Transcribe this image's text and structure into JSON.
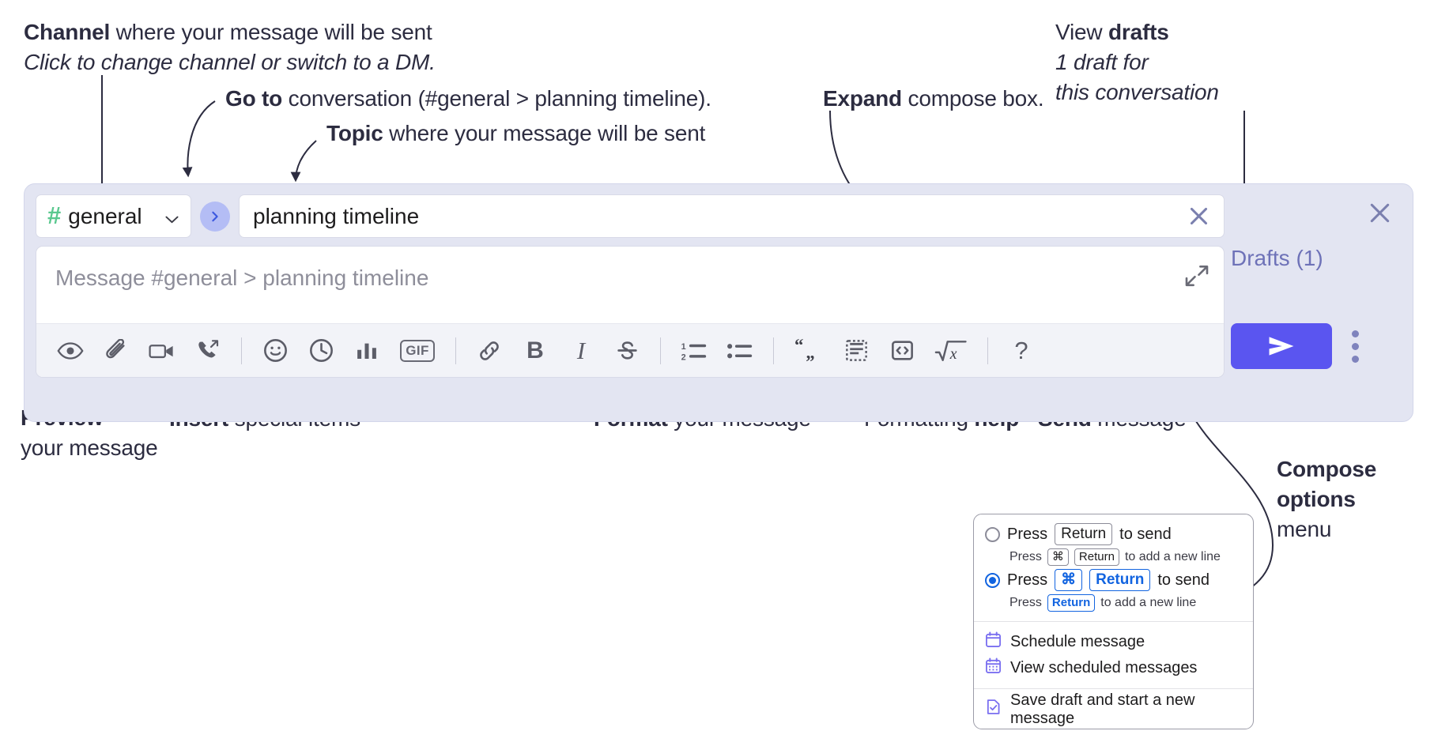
{
  "annotations": {
    "channel": {
      "bold": "Channel",
      "rest": " where your message will be sent",
      "italic": "Click to change channel or switch to a DM."
    },
    "goto": {
      "bold": "Go to",
      "rest": " conversation (#general > planning timeline)."
    },
    "topic": {
      "bold": "Topic",
      "rest": " where your message will be sent"
    },
    "expand": {
      "bold": "Expand",
      "rest": " compose box."
    },
    "drafts": {
      "plain": "View ",
      "bold": "drafts",
      "italic1": "1 draft for",
      "italic2": "this conversation"
    },
    "preview": {
      "bold": "Preview",
      "line2": "your message"
    },
    "insert": {
      "bold": "Insert",
      "rest": " special items"
    },
    "format": {
      "bold": "Format",
      "rest": " your message"
    },
    "help": {
      "plain": "Formatting ",
      "bold": "help"
    },
    "send": {
      "bold": "Send",
      "rest": " message"
    },
    "compose_options": {
      "bold1": "Compose",
      "bold2": "options",
      "plain": "menu"
    }
  },
  "compose": {
    "channel": {
      "hash": "#",
      "name": "general"
    },
    "topic": {
      "value": "planning timeline"
    },
    "message": {
      "placeholder": "Message #general > planning timeline"
    },
    "drafts_label": "Drafts (1)",
    "gif_label": "GIF",
    "bold_label": "B",
    "italic_label": "I",
    "help_label": "?",
    "toolbar_icons": [
      "preview-eye-icon",
      "attachment-paperclip-icon",
      "video-camera-icon",
      "audio-clip-icon",
      "emoji-icon",
      "reminder-clock-icon",
      "poll-bar-chart-icon",
      "gif-icon",
      "link-icon",
      "bold-icon",
      "italic-icon",
      "strikethrough-icon",
      "ordered-list-icon",
      "bulleted-list-icon",
      "blockquote-icon",
      "code-block-icon",
      "inline-code-icon",
      "math-icon",
      "formatting-help-icon"
    ]
  },
  "options_menu": {
    "option1": {
      "selected": false,
      "main_pre": "Press",
      "main_key": "Return",
      "main_post": "to send",
      "sub_pre": "Press",
      "sub_key1": "⌘",
      "sub_key2": "Return",
      "sub_post": "to add a new line"
    },
    "option2": {
      "selected": true,
      "main_pre": "Press",
      "main_key1": "⌘",
      "main_key2": "Return",
      "main_post": "to send",
      "sub_pre": "Press",
      "sub_key": "Return",
      "sub_post": "to add a new line"
    },
    "items": [
      {
        "icon": "calendar-schedule-icon",
        "label": "Schedule message"
      },
      {
        "icon": "calendar-list-icon",
        "label": "View scheduled messages"
      },
      {
        "icon": "save-draft-icon",
        "label": "Save draft and start a new message"
      }
    ]
  },
  "colors": {
    "panel_bg": "#e3e5f2",
    "accent_purple": "#5a55f0",
    "drafts_text": "#6e72b8",
    "hash_green": "#5ac88f",
    "goto_bg": "#b4bdf5",
    "radio_blue": "#1264e0",
    "menu_icon_purple": "#7a6ff0"
  }
}
